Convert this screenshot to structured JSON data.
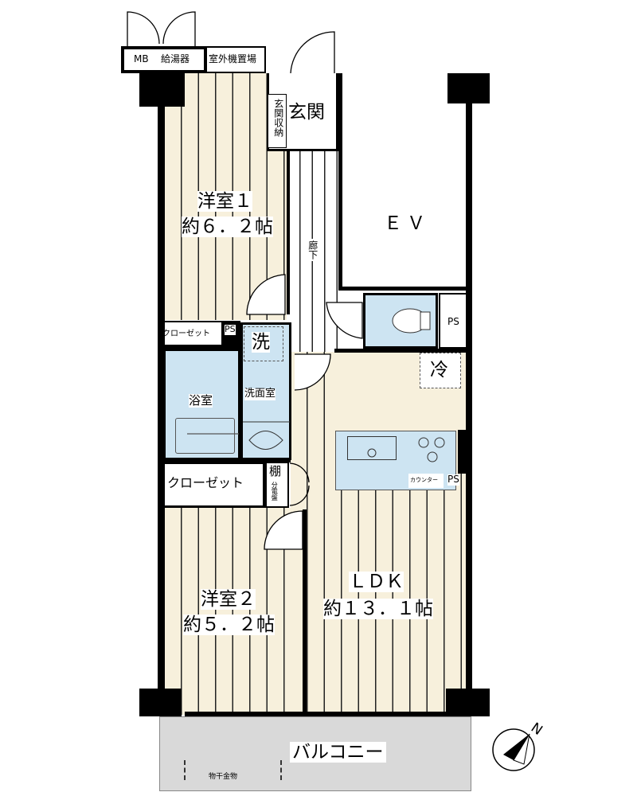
{
  "rooms": {
    "western1": {
      "name": "洋室１",
      "size": "約６．２帖"
    },
    "western2": {
      "name": "洋室２",
      "size": "約５．２帖"
    },
    "ldk": {
      "name": "ＬＤＫ",
      "size": "約１３．１帖"
    },
    "entrance": "玄関",
    "entrance_storage": "玄関収納",
    "corridor": "廊下",
    "ev": "ＥＶ",
    "bath": "浴室",
    "washroom": "洗面室",
    "washer": "洗",
    "fridge": "冷",
    "closet1": "クローゼット",
    "closet2": "クローゼット",
    "shelf": "棚",
    "panel": "分電盤",
    "counter": "カウンター",
    "ps1": "PS",
    "ps2": "PS",
    "ps3": "PS",
    "mb": "MB",
    "water_heater": "給湯器",
    "outdoor_unit": "室外機置場",
    "balcony": "バルコニー",
    "laundry_hanger": "物干金物"
  },
  "compass": {
    "label": "N"
  },
  "colors": {
    "floor": "#f7f0dc",
    "wet": "#cde4f2",
    "balcony": "#d9d9d9",
    "wall": "#000000"
  }
}
